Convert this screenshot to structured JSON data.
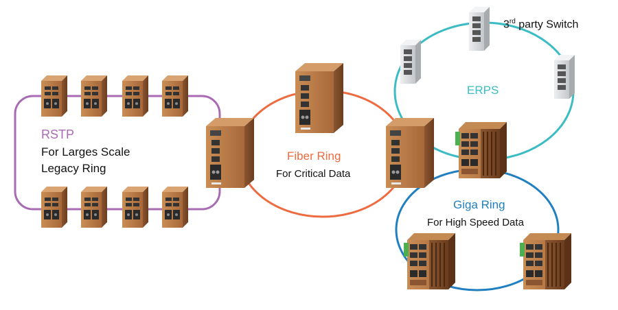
{
  "colors": {
    "rstp": "#a86ab3",
    "fiber": "#ee6a3f",
    "erps": "#3bbcc4",
    "giga": "#1f7fc0",
    "device_body": "#b87a45",
    "device_dark": "#6e4020",
    "third_party_body": "#d6d8db"
  },
  "rings": {
    "rstp": {
      "title": "RSTP",
      "line1": "For Larges Scale",
      "line2": "Legacy Ring"
    },
    "fiber": {
      "title": "Fiber Ring",
      "subtitle": "For Critical Data"
    },
    "erps": {
      "title": "ERPS"
    },
    "giga": {
      "title": "Giga Ring",
      "subtitle": "For High Speed Data"
    }
  },
  "third_party": {
    "ordinal": "3",
    "suffix": "rd",
    "label": "party Switch"
  },
  "device_icons": {
    "small_switch": "industrial-din-rail-switch-icon",
    "large_switch": "industrial-managed-switch-icon",
    "third_party": "third-party-switch-icon"
  }
}
